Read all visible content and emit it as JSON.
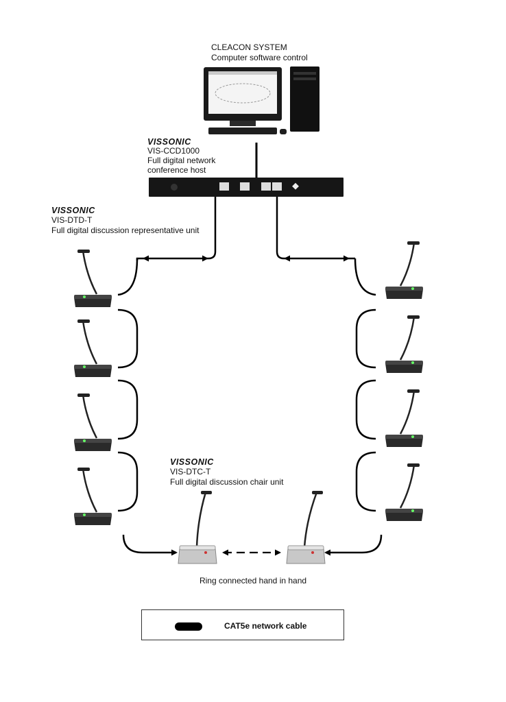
{
  "pc": {
    "title": "CLEACON SYSTEM",
    "subtitle": "Computer software control"
  },
  "host": {
    "brand": "VISSONIC",
    "model": "VIS-CCD1000",
    "desc_line1": "Full digital network",
    "desc_line2": "conference host"
  },
  "delegate": {
    "brand": "VISSONIC",
    "model": "VIS-DTD-T",
    "desc": "Full digital discussion representative unit"
  },
  "chair": {
    "brand": "VISSONIC",
    "model": "VIS-DTC-T",
    "desc": "Full digital discussion chair unit"
  },
  "caption": "Ring connected hand in hand",
  "legend": {
    "label": "CAT5e network cable",
    "color": "#000000"
  },
  "icons": [
    "desktop-computer-icon",
    "conference-host-icon",
    "delegate-mic-icon",
    "chair-mic-icon"
  ]
}
